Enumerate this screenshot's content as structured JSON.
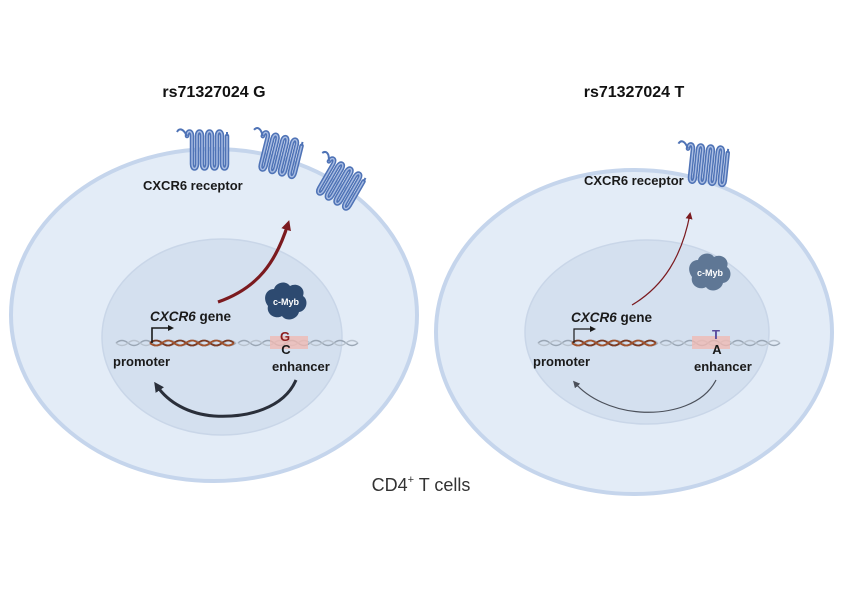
{
  "left_panel": {
    "title": "rs71327024 G",
    "receptor_label": "CXCR6 receptor",
    "gene_italic": "CXCR6",
    "gene_suffix": " gene",
    "protein_label": "c-Myb",
    "allele_top": "G",
    "allele_bottom": "C",
    "promoter_label": "promoter",
    "enhancer_label": "enhancer"
  },
  "right_panel": {
    "title": "rs71327024 T",
    "receptor_label": "CXCR6 receptor",
    "gene_italic": "CXCR6",
    "gene_suffix": " gene",
    "protein_label": "c-Myb",
    "allele_top": "T",
    "allele_bottom": "A",
    "promoter_label": "promoter",
    "enhancer_label": "enhancer"
  },
  "caption": {
    "main": "CD4",
    "superscript": "+",
    "rest": " T cells"
  },
  "colors": {
    "cell_fill": "#e3ecf7",
    "cell_stroke": "#c5d5ec",
    "nucleus_fill": "#d4e0ef",
    "receptor": "#4f73b6",
    "arrow_dark_red": "#7b1a1f",
    "arrow_dark": "#2a2f3a",
    "cmyb_strong": "#2d4a70",
    "cmyb_weak": "#5f7795",
    "allele_g": "#8b1d1d",
    "allele_t": "#5b4c9e"
  }
}
